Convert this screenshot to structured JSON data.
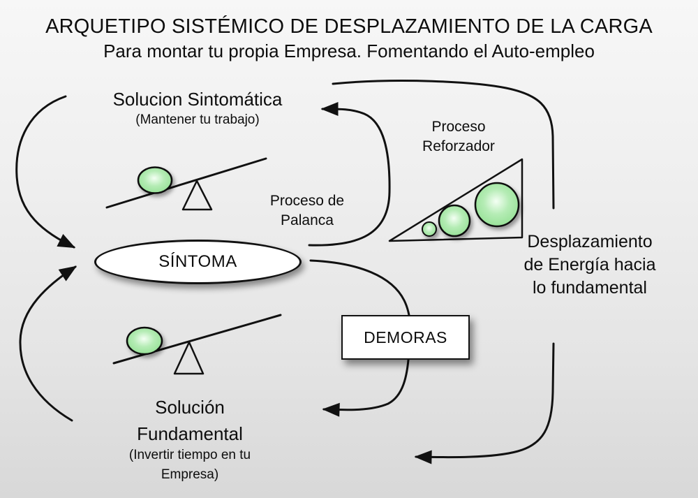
{
  "header": {
    "title": "ARQUETIPO SISTÉMICO DE DESPLAZAMIENTO DE LA CARGA",
    "subtitle": "Para montar tu propia Empresa. Fomentando el Auto-empleo"
  },
  "nodes": {
    "symptomatic_solution": {
      "label": "Solucion Sintomática",
      "sublabel": "(Mantener tu trabajo)"
    },
    "reinforcing_process": {
      "line1": "Proceso",
      "line2": "Reforzador"
    },
    "leverage_process": {
      "line1": "Proceso de",
      "line2": "Palanca"
    },
    "symptom": {
      "label": "SÍNTOMA"
    },
    "delays": {
      "label": "DEMORAS"
    },
    "energy_shift": {
      "line1": "Desplazamiento",
      "line2": "de Energía hacia",
      "line3": "lo fundamental"
    },
    "fundamental_solution": {
      "line1": "Solución",
      "line2": "Fundamental",
      "sublabel1": "(Invertir tiempo en tu",
      "sublabel2": "Empresa)"
    }
  },
  "colors": {
    "bg_top": "#f7f7f7",
    "bg_bottom": "#d8d8d8",
    "line": "#111111",
    "text": "#0d0d0d",
    "node_fill": "#ffffff",
    "green_edge": "#8ede8e",
    "green_mid": "#b5ecb5",
    "green_center": "#f4fff4"
  }
}
